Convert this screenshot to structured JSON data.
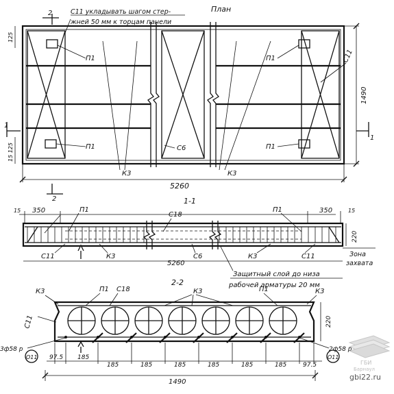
{
  "plan": {
    "title": "План",
    "note_line1": "С11 укладывать шагом стер-",
    "note_line2": "жней 50 мм к торцам панели",
    "labels": {
      "p1_tl": "П1",
      "p1_bl": "П1",
      "p1_tr": "П1",
      "p1_br": "П1",
      "c6": "С6",
      "k3_l": "К3",
      "k3_r": "К3",
      "c11": "С11"
    },
    "dims": {
      "top_left": "125",
      "bottom_left": "15 125",
      "length": "5260",
      "height": "1490",
      "section_2_top": "2",
      "section_2_bottom": "2",
      "section_1_left": "1",
      "section_1_right": "1"
    }
  },
  "section_1": {
    "title": "1-1",
    "labels": {
      "p1_l": "П1",
      "p1_r": "П1",
      "c18": "С18",
      "c6": "С6",
      "c11_l": "С11",
      "c11_r": "С11",
      "k3_l": "К3",
      "k3_r": "К3"
    },
    "dims": {
      "gap_l": "15",
      "len_l": "350",
      "len_r": "350",
      "gap_r": "15",
      "height": "220",
      "length": "5260"
    },
    "note_zone_1": "Зона",
    "note_zone_2": "захвата",
    "note_cover_1": "Защитный слой до низа",
    "note_cover_2": "рабочей арматуры 20 мм"
  },
  "section_2": {
    "title": "2-2",
    "labels": {
      "k3_l": "К3",
      "p1_l": "П1",
      "c18": "С18",
      "k3_mid": "К3",
      "p1_r": "П1",
      "k3_r": "К3",
      "c11": "С11",
      "rebar_l": "3ф58 р",
      "rebar_r": "2ф58 р",
      "o11_l": "О11",
      "o11_r": "О11"
    },
    "dims": {
      "height": "220",
      "spacings": [
        "97.5",
        "185",
        "185",
        "185",
        "185",
        "185",
        "185",
        "185",
        "97.5"
      ],
      "total": "1490"
    }
  },
  "watermark": {
    "site": "gbi22.ru",
    "logo_line1": "ГБИ",
    "logo_line2": "Барнаул"
  }
}
